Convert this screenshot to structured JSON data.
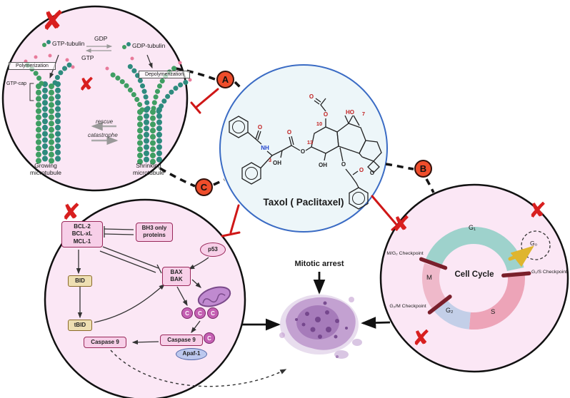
{
  "colors": {
    "panel_pink": "#fbe7f5",
    "taxol_bg": "#edf6f9",
    "taxol_border": "#3a6bc4",
    "inhibit_red": "#cf1717",
    "x_red": "#d81f1f",
    "badge_orange": "#ef4d2b",
    "g1_teal": "#9ed2cc",
    "s_pink": "#eda4b8",
    "g2_blue": "#c3cfe8",
    "m_rose": "#efb9ca",
    "checkpoint_maroon": "#7a1f2b",
    "g0_yellow": "#dfb52e",
    "tubulin_green": "#3f9e63",
    "tubulin_teal": "#2e8b7e",
    "cell_purple": "#b78cc7"
  },
  "x_mark": "✘",
  "badges": {
    "a": "A",
    "b": "B",
    "c": "C"
  },
  "microtubule_panel": {
    "gtp_tubulin_label": "GTP-tubulin",
    "gdp_label": "GDP",
    "gtp_label": "GTP",
    "gdp_tubulin_label": "GDP-tubulin",
    "polymerization_label": "Polymerization",
    "depolymerization_label": "Depolymerization",
    "gtp_cap_label": "GTP-cap",
    "rescue_label": "rescue",
    "catastrophe_label": "catastrophe",
    "growing_label": "Growing microtubule",
    "shrinking_label": "Shrinking microtubule"
  },
  "taxol_panel": {
    "title": "Taxol ( Paclitaxel)",
    "atom_labels": {
      "o": "O",
      "ho": "HO",
      "oh": "OH",
      "nh": "NH",
      "n3": "3",
      "n7": "7",
      "n10": "10",
      "n13": "13"
    }
  },
  "cell_cycle_panel": {
    "title": "Cell Cycle",
    "phases": {
      "g1": "G₁",
      "s": "S",
      "g2": "G₂",
      "m": "M",
      "g0": "G₀"
    },
    "checkpoints": {
      "m_g2": "M/G₂ Checkpoint",
      "g1_s": "G₁/S Checkpoint",
      "g2_m": "G₂/M Checkpoint"
    }
  },
  "apoptosis_panel": {
    "bcl_lines": [
      "BCL-2",
      "BCL-xL",
      "MCL-1"
    ],
    "bh3_lines": [
      "BH3 only",
      "proteins"
    ],
    "p53": "p53",
    "bid": "BID",
    "bax": "BAX",
    "bak": "BAK",
    "tbid": "tBID",
    "caspase9": "Caspase 9",
    "apaf1": "Apaf-1",
    "cyt_c": "C"
  },
  "mitotic_arrest_label": "Mitotic arrest"
}
